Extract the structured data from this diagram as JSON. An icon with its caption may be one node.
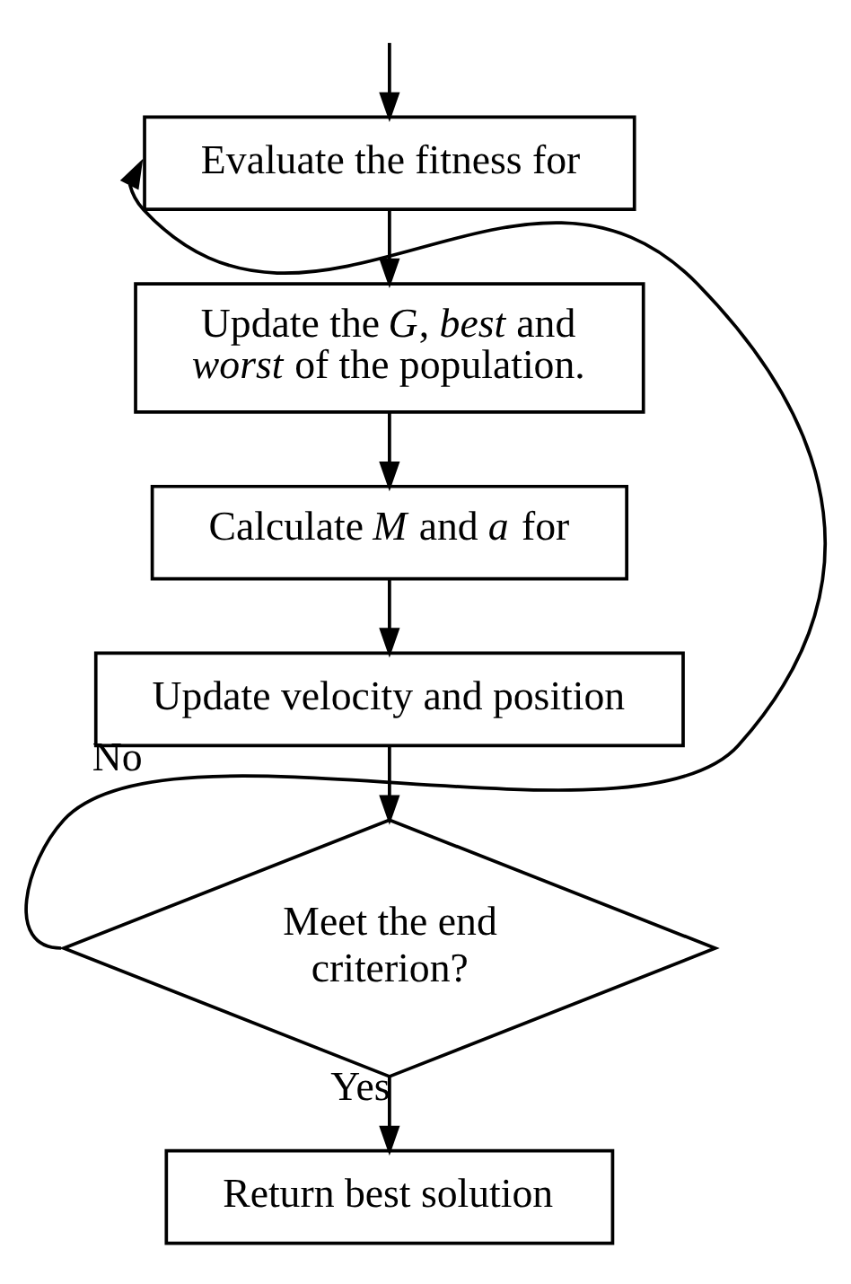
{
  "diagram": {
    "nodes": [
      {
        "text": [
          "Evaluate the fitness for"
        ]
      },
      {
        "text": [
          "Update the *G*, *best* and *worst* of the population."
        ]
      },
      {
        "text": [
          "Calculate *M* and *a* for"
        ]
      },
      {
        "text": [
          "Update velocity and position"
        ]
      },
      {
        "text": [
          "Meet the end criterion?"
        ]
      },
      {
        "text": [
          "Return best solution"
        ]
      }
    ],
    "edges": [
      {
        "from": null,
        "to": 0,
        "arrow": "to"
      },
      {
        "from": 0,
        "to": 1,
        "arrow": "to"
      },
      {
        "from": 1,
        "to": 2,
        "arrow": "to"
      },
      {
        "from": 2,
        "to": 3,
        "arrow": "to"
      },
      {
        "from": 3,
        "to": 4,
        "arrow": "to"
      },
      {
        "from": 4,
        "to": 0,
        "arrow": "to",
        "label": "No"
      },
      {
        "from": 4,
        "to": 5,
        "arrow": "to",
        "label": "Yes"
      }
    ]
  }
}
